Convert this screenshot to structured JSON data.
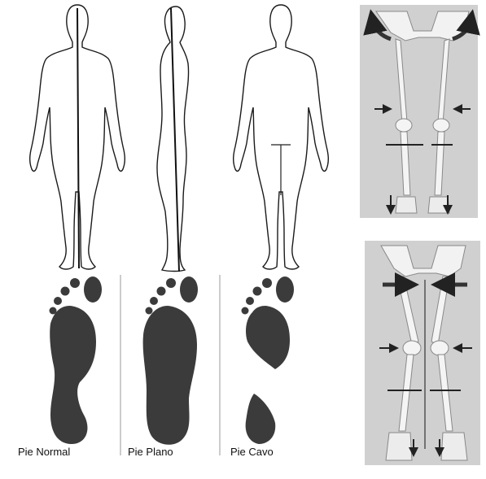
{
  "captions": {
    "normal": "Pie Normal",
    "plano": "Pie Plano",
    "cavo": "Pie Cavo"
  },
  "colors": {
    "ink": "#1a1a1a",
    "footprint": "#3b3b3b",
    "panel_bg": "#cfcfcf",
    "bone": "#f4f4f4",
    "arrow": "#222222"
  },
  "icons": [
    "body-outline-icon",
    "footprint-icon",
    "bone-alignment-icon",
    "arrow-icon"
  ]
}
